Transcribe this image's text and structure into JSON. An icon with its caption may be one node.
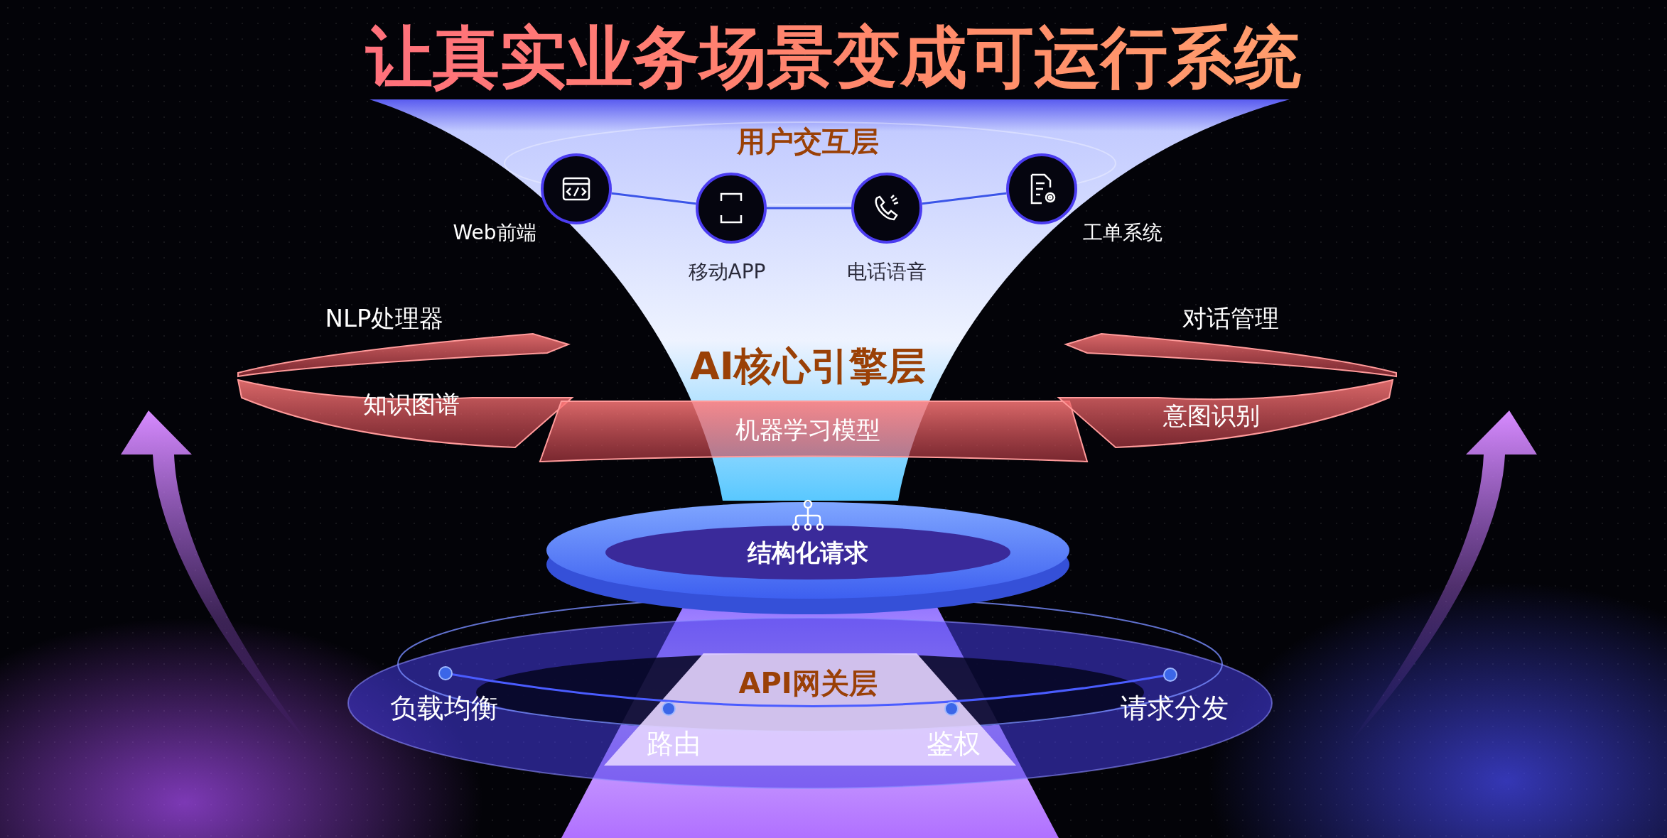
{
  "diagram": {
    "title": "让真实业务场景变成可运行系统",
    "nodes": [
      {
        "text": [
          "Web前端"
        ]
      },
      {
        "text": [
          "移动APP"
        ]
      },
      {
        "text": [
          "电话语音"
        ]
      },
      {
        "text": [
          "工单系统"
        ]
      },
      {
        "text": [
          "NLP处理器"
        ]
      },
      {
        "text": [
          "对话管理"
        ]
      },
      {
        "text": [
          "知识图谱"
        ]
      },
      {
        "text": [
          "机器学习模型"
        ]
      },
      {
        "text": [
          "意图识别"
        ]
      },
      {
        "text": [
          "结构化请求"
        ]
      }
    ],
    "edges": [
      {
        "from": 0,
        "to": 1,
        "arrow": "none"
      },
      {
        "from": 1,
        "to": 2,
        "arrow": "none"
      },
      {
        "from": 2,
        "to": 3,
        "arrow": "none"
      }
    ],
    "labels": [
      "用户交互层",
      "AI核心引擎层",
      "API网关层",
      "负载均衡",
      "请求分发",
      "路由",
      "鉴权"
    ]
  }
}
